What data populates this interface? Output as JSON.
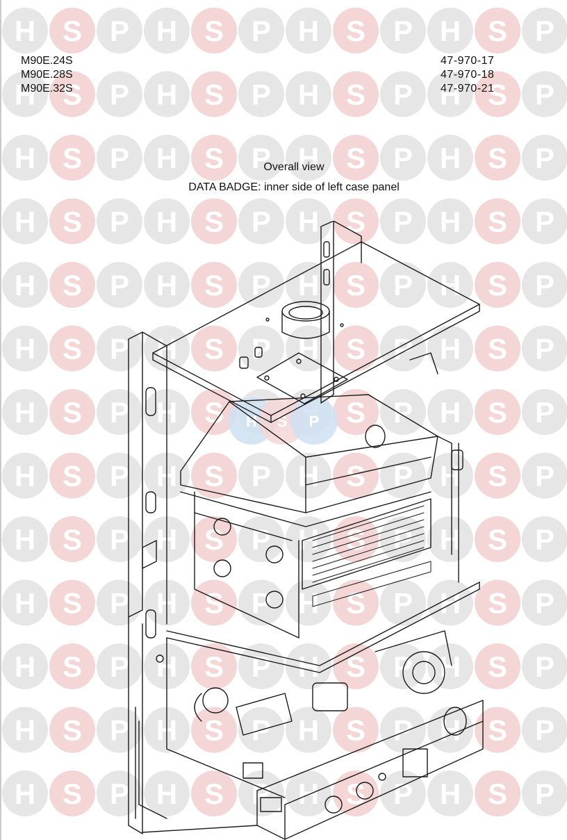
{
  "watermark": {
    "letters": [
      "H",
      "S",
      "P"
    ],
    "colors": {
      "grey": "#e6e6e6",
      "pink": "#f4d6d6",
      "center_blue": "#cfe0f2"
    }
  },
  "models": [
    "M90E.24S",
    "M90E.28S",
    "M90E.32S"
  ],
  "part_codes": [
    "47-970-17",
    "47-970-18",
    "47-970-21"
  ],
  "caption": {
    "title": "Overall view",
    "data_badge": "DATA BADGE: inner side of left case panel"
  },
  "diagram": {
    "subject": "boiler exploded overall view",
    "line_color": "#1a1a1a"
  }
}
